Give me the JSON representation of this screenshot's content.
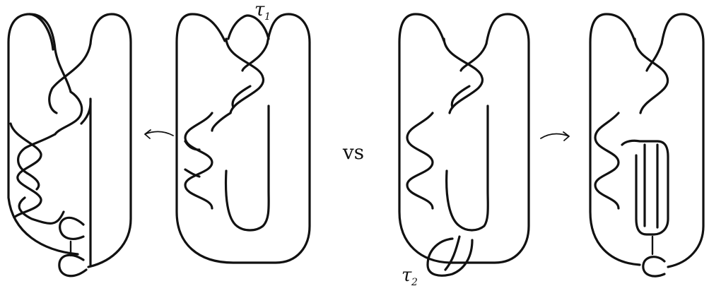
{
  "labels": {
    "tau1": "τ",
    "tau1_sub": "1",
    "tau2": "τ",
    "tau2_sub": "2",
    "versus": "vs"
  },
  "panels": [
    {
      "name": "panel-1"
    },
    {
      "name": "panel-2"
    },
    {
      "name": "panel-3"
    },
    {
      "name": "panel-4"
    }
  ],
  "arrows": [
    {
      "name": "arrow-left",
      "direction": "left"
    },
    {
      "name": "arrow-right",
      "direction": "right"
    }
  ],
  "colors": {
    "ink": "#111111",
    "background": "#ffffff"
  }
}
